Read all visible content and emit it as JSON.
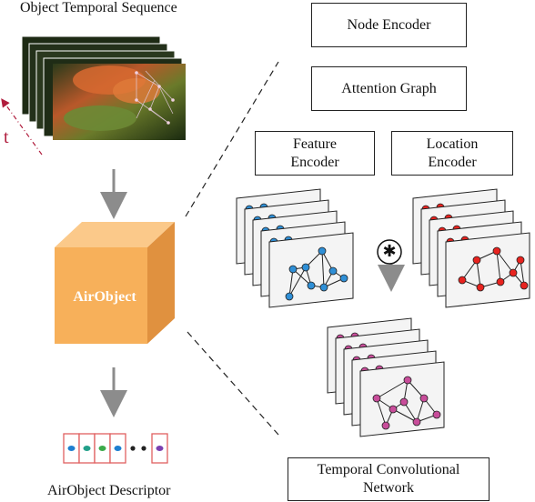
{
  "title_sequence": "Object Temporal Sequence",
  "time_label": "t",
  "cube_label": "AirObject",
  "descriptor_label": "AirObject Descriptor",
  "blocks": {
    "node_encoder": "Node Encoder",
    "attention_graph": "Attention Graph",
    "feature_encoder_line1": "Feature",
    "feature_encoder_line2": "Encoder",
    "location_encoder_line1": "Location",
    "location_encoder_line2": "Encoder",
    "tcn_line1": "Temporal Convolutional",
    "tcn_line2": "Network"
  },
  "operator_symbol": "✱",
  "colors": {
    "feature_nodes": "#2f8fd6",
    "location_nodes": "#e8231f",
    "temporal_nodes": "#c84d9a",
    "cube": "#f7b05a",
    "arrow": "#8c8c8c",
    "time_axis": "#b01c3c"
  },
  "descriptor_dots": [
    "#1e7fd0",
    "#22a08a",
    "#3caa4a",
    "#1e7fd0",
    "#222222",
    "#222222",
    "#7a3fb0"
  ]
}
